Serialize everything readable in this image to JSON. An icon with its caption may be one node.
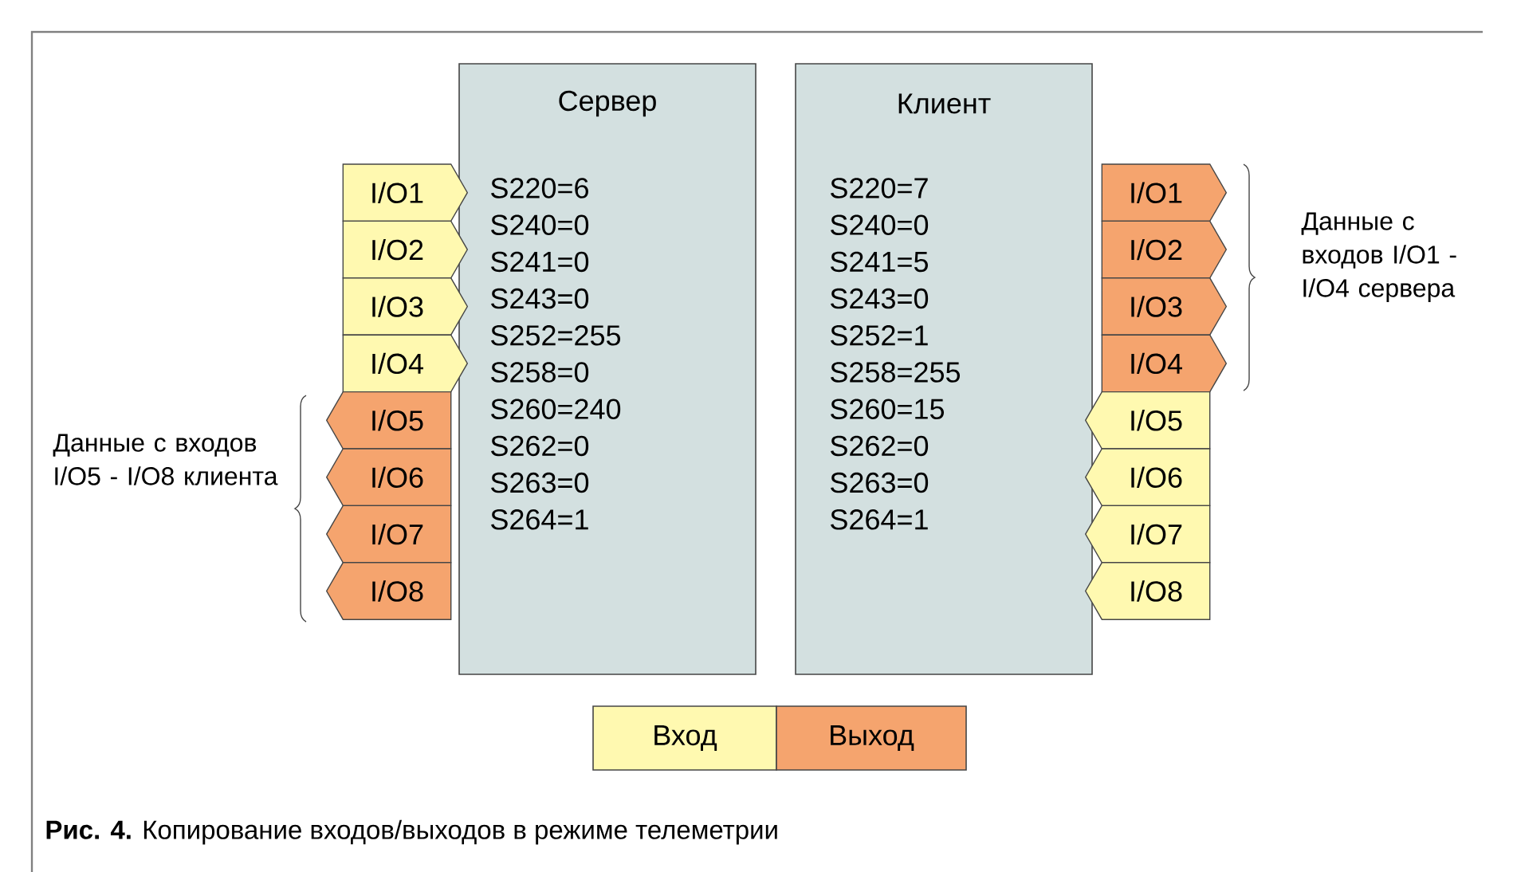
{
  "diagram": {
    "caption": "**Рис. 4.** Копирование входов/выходов в режиме телеметрии",
    "nodes": [
      {
        "text": [
          "Сервер",
          "S220=6",
          "S240=0",
          "S241=0",
          "S243=0",
          "S252=255",
          "S258=0",
          "S260=240",
          "S262=0",
          "S263=0",
          "S264=1"
        ]
      },
      {
        "text": [
          "Клиент",
          "S220=7",
          "S240=0",
          "S241=5",
          "S243=0",
          "S252=1",
          "S258=255",
          "S260=15",
          "S262=0",
          "S263=0",
          "S264=1"
        ]
      },
      {
        "text": [
          "I/O1"
        ]
      },
      {
        "text": [
          "I/O2"
        ]
      },
      {
        "text": [
          "I/O3"
        ]
      },
      {
        "text": [
          "I/O4"
        ]
      },
      {
        "text": [
          "I/O5"
        ]
      },
      {
        "text": [
          "I/O6"
        ]
      },
      {
        "text": [
          "I/O7"
        ]
      },
      {
        "text": [
          "I/O8"
        ]
      },
      {
        "text": [
          "I/O1"
        ]
      },
      {
        "text": [
          "I/O2"
        ]
      },
      {
        "text": [
          "I/O3"
        ]
      },
      {
        "text": [
          "I/O4"
        ]
      },
      {
        "text": [
          "I/O5"
        ]
      },
      {
        "text": [
          "I/O6"
        ]
      },
      {
        "text": [
          "I/O7"
        ]
      },
      {
        "text": [
          "I/O8"
        ]
      }
    ],
    "labels": [
      "Данные с входов I/O5 - I/O8 клиента",
      "Данные с входов I/O1 - I/O4 сервера"
    ],
    "legend": [
      {
        "text": "Вход",
        "color": "#fff9b0"
      },
      {
        "text": "Выход",
        "color": "#f5a46e"
      }
    ]
  }
}
